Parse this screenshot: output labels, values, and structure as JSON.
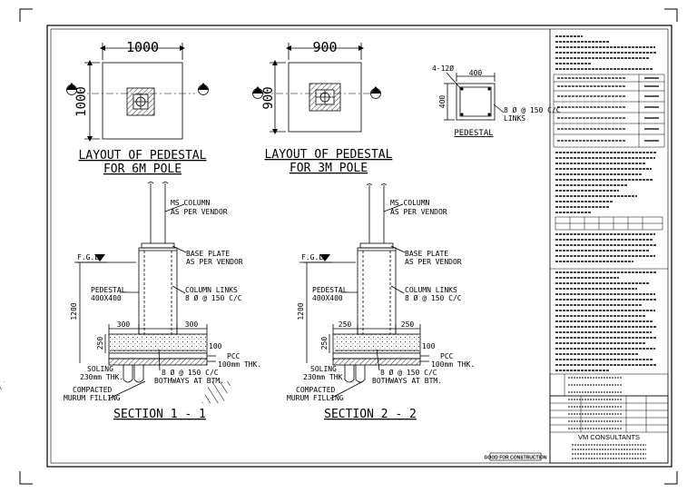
{
  "sheet": {
    "good_for_construction": "GOOD FOR CONSTRUCTION"
  },
  "plans": {
    "p6": {
      "dim": "1000",
      "side_dim": "1000",
      "title1": "LAYOUT OF PEDESTAL",
      "title2": "FOR 6M POLE"
    },
    "p3": {
      "dim": "900",
      "side_dim": "900",
      "title1": "LAYOUT OF PEDESTAL",
      "title2": "FOR 3M POLE"
    }
  },
  "pedestal_detail": {
    "bars": "4-12Ø",
    "width": "400",
    "height": "400",
    "links1": "8 Ø @ 150 C/C",
    "links2": "LINKS",
    "title": "PEDESTAL"
  },
  "section1": {
    "ms_column_1": "MS COLUMN",
    "ms_column_2": "AS PER VENDOR",
    "fgl": "F.G.L.",
    "base_plate_1": "BASE PLATE",
    "base_plate_2": "AS PER VENDOR",
    "pedestal_1": "PEDESTAL",
    "pedestal_2": "400X400",
    "links_1": "COLUMN LINKS",
    "links_2": "8 Ø @ 150 C/C",
    "height": "1200",
    "w_left": "300",
    "w_right": "300",
    "footing_thk": "250",
    "pcc_dim": "100",
    "pcc_1": "PCC",
    "pcc_2": "100mm THK.",
    "soling_1": "SOLING",
    "soling_2": "230mm THK.",
    "bot_1": "8 Ø @ 150 C/C",
    "bot_2": "BOTHWAYS AT BTM.",
    "murum_1": "COMPACTED",
    "murum_2": "MURUM FILLING",
    "title": "SECTION 1 - 1"
  },
  "section2": {
    "ms_column_1": "MS COLUMN",
    "ms_column_2": "AS PER VENDOR",
    "fgl": "F.G.L.",
    "base_plate_1": "BASE PLATE",
    "base_plate_2": "AS PER VENDOR",
    "pedestal_1": "PEDESTAL",
    "pedestal_2": "400X400",
    "links_1": "COLUMN LINKS",
    "links_2": "8 Ø @ 150 C/C",
    "height": "1200",
    "w_left": "250",
    "w_right": "250",
    "footing_thk": "250",
    "pcc_dim": "100",
    "pcc_1": "PCC",
    "pcc_2": "100mm THK.",
    "soling_1": "SOLING",
    "soling_2": "230mm THK.",
    "bot_1": "8 Ø @ 150 C/C",
    "bot_2": "BOTHWAYS AT BTM.",
    "murum_1": "COMPACTED",
    "murum_2": "MURUM FILLING",
    "title": "SECTION 2 - 2"
  },
  "title_block": {
    "company": "VM CONSULTANTS"
  }
}
